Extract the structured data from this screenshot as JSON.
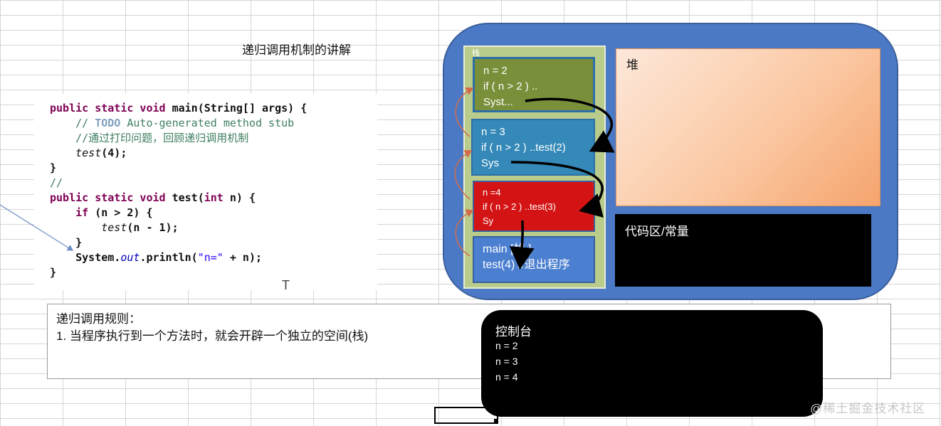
{
  "title": "递归调用机制的讲解",
  "code": {
    "l1_kw": "public static void",
    "l1_rest": " main(String[] args) {",
    "l2_comment_a": "// ",
    "l2_todo": "TODO",
    "l2_comment_b": " Auto-generated method stub",
    "l3_comment": "//通过打印问题，回顾递归调用机制",
    "l4_call": "test",
    "l4_args": "(4);",
    "l5": "}",
    "l6": "//",
    "l7_kw": "public static void",
    "l7_rest_a": " test(",
    "l7_int": "int",
    "l7_rest_b": " n) {",
    "l8_kw": "if",
    "l8_rest": " (n > 2) {",
    "l9_call": "test",
    "l9_args": "(n - 1);",
    "l10": "}",
    "l11_a": "System.",
    "l11_out": "out",
    "l11_b": ".println(",
    "l11_str": "\"n=\"",
    "l11_c": " + n);",
    "l12": "}"
  },
  "text_cursor": "T",
  "rules": {
    "title": "递归调用规则：",
    "item1": "1. 当程序执行到一个方法时，就会开辟一个独立的空间(栈)"
  },
  "memory": {
    "stack_label": "栈",
    "frames": {
      "n2": [
        "n = 2",
        "if ( n > 2 ) ..",
        "Syst..."
      ],
      "n3": [
        "n = 3",
        "if ( n > 2 ) ..test(2)",
        "Sys"
      ],
      "n4": [
        "n =4",
        "if ( n > 2 ) ..test(3)",
        "Sy"
      ],
      "main": [
        "main [栈 ]",
        "test(4) //退出程序"
      ]
    },
    "heap_label": "堆",
    "code_area_label": "代码区/常量"
  },
  "console": {
    "title": "控制台",
    "lines": [
      "n = 2",
      "n = 3",
      "n = 4"
    ]
  },
  "watermark": "@稀土掘金技术社区",
  "colors": {
    "memory_bg": "#4b79c5",
    "frame_n2": "#7a8f3a",
    "frame_n3": "#3489b8",
    "frame_n4": "#d41414",
    "frame_main": "#4b7fd0",
    "heap": "#fbc8a3",
    "code_area": "#000000",
    "console": "#000000"
  }
}
